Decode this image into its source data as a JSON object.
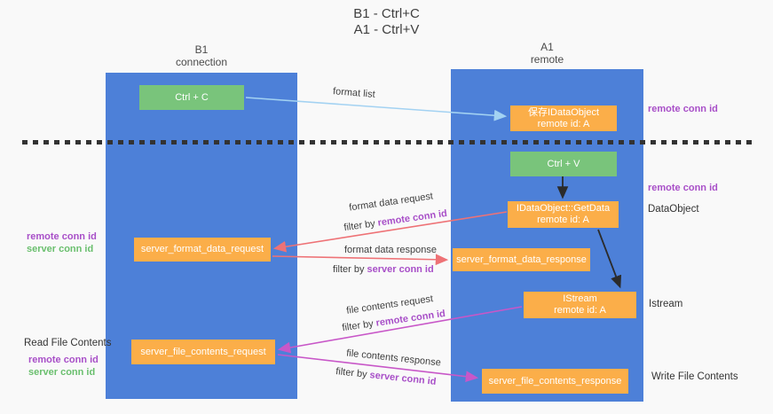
{
  "title": {
    "line1": "B1 - Ctrl+C",
    "line2": "A1 - Ctrl+V"
  },
  "columns": {
    "left": {
      "name": "B1",
      "role": "connection"
    },
    "right": {
      "name": "A1",
      "role": "remote"
    }
  },
  "nodes": {
    "ctrl_c": "Ctrl + C",
    "ctrl_v": "Ctrl + V",
    "save_idataobject": {
      "line1": "保存IDataObject",
      "line2": "remote id: A"
    },
    "getdata": {
      "line1": "IDataObject::GetData",
      "line2": "remote id: A"
    },
    "istream": {
      "line1": "IStream",
      "line2": "remote id: A"
    },
    "format_request": "server_format_data_request",
    "format_response": "server_format_data_response",
    "file_request": "server_file_contents_request",
    "file_response": "server_file_contents_response"
  },
  "edge_labels": {
    "format_list": "format list",
    "format_data_request": "format data request",
    "format_data_response": "format data response",
    "file_contents_request": "file contents request",
    "file_contents_response": "file contents response",
    "filter_by": "filter by ",
    "remote_conn_id": "remote conn id",
    "server_conn_id": "server conn id"
  },
  "side_labels": {
    "remote_conn_id": "remote conn id",
    "server_conn_id": "server conn id",
    "dataobject": "DataObject",
    "istream": "Istream",
    "read_file_contents": "Read File Contents",
    "write_file_contents": "Write File Contents"
  },
  "colors": {
    "column_blue": "#4d80d8",
    "node_green": "#79c47b",
    "node_orange": "#fbae49",
    "arrow_light_blue": "#a3d2f2",
    "arrow_red": "#ee7276",
    "arrow_magenta": "#c857c8",
    "arrow_black": "#2b2b2b",
    "text_purple": "#a84fc8",
    "text_green": "#6abf6e"
  }
}
